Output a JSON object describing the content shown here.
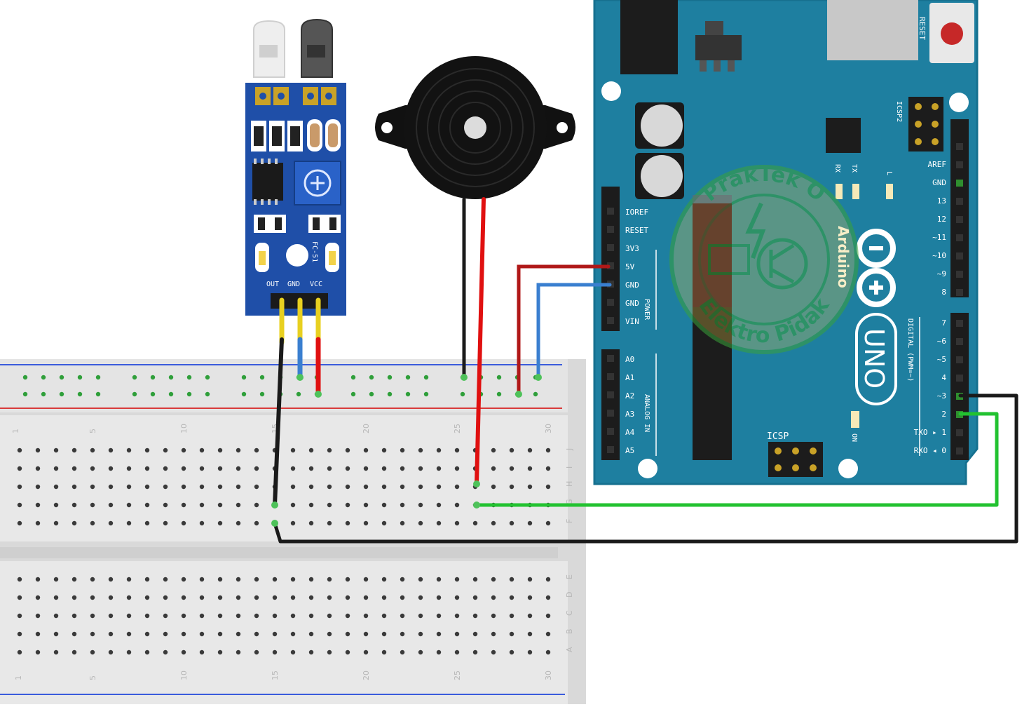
{
  "diagram": {
    "sensor_module": {
      "model": "FC-51",
      "pins": [
        "OUT",
        "GND",
        "VCC"
      ]
    },
    "arduino": {
      "board_name": "Arduino",
      "model": "UNO",
      "reset_label": "RESET",
      "icsp2_label": "ICSP2",
      "icsp_label": "ICSP",
      "rx_label": "RX",
      "tx_label": "TX",
      "l_label": "L",
      "on_label": "ON",
      "power_header": [
        "IOREF",
        "RESET",
        "3V3",
        "5V",
        "GND",
        "GND",
        "VIN"
      ],
      "power_side_label": "POWER",
      "analog_header": [
        "A0",
        "A1",
        "A2",
        "A3",
        "A4",
        "A5"
      ],
      "analog_side_label": "ANALOG IN",
      "digital_top": [
        "AREF",
        "GND",
        "13",
        "12",
        "~11",
        "~10",
        "~9",
        "8"
      ],
      "digital_bottom": [
        "7",
        "~6",
        "~5",
        "4",
        "~3",
        "2",
        "TXO ▸ 1",
        "RXO ◂ 0"
      ],
      "digital_side_label": "DIGITAL (PWM=~)"
    },
    "breadboard": {
      "column_numbers": [
        "1",
        "5",
        "10",
        "15",
        "20",
        "25",
        "30"
      ],
      "row_letters_top": [
        "J",
        "I",
        "H",
        "G",
        "F"
      ],
      "row_letters_bottom": [
        "E",
        "D",
        "C",
        "B",
        "A"
      ]
    },
    "watermark": {
      "top_text": "PrakTek O",
      "bottom_text": "Elektro Pidak"
    },
    "wire_colors": {
      "black": "#1a1a1a",
      "red": "#e01010",
      "dark_red": "#b01818",
      "blue": "#3a7fd0",
      "green": "#22c230",
      "yellow": "#e8d020"
    }
  }
}
